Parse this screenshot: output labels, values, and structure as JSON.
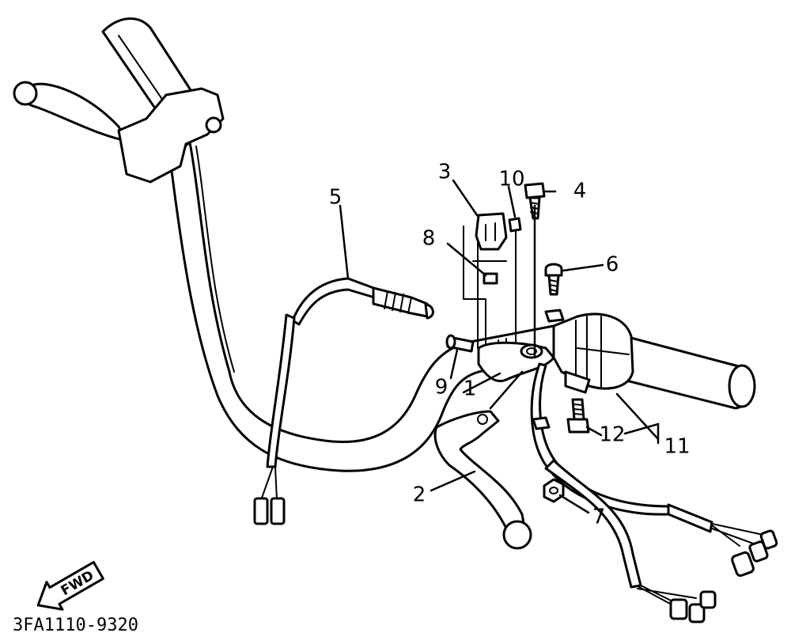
{
  "diagram": {
    "callouts": {
      "1": "1",
      "2": "2",
      "3": "3",
      "4": "4",
      "5": "5",
      "6": "6",
      "7": "7",
      "8": "8",
      "9": "9",
      "10": "10",
      "11": "11",
      "12": "12"
    },
    "fwd_label": "FWD",
    "drawing_code": "3FA1110-9320"
  }
}
